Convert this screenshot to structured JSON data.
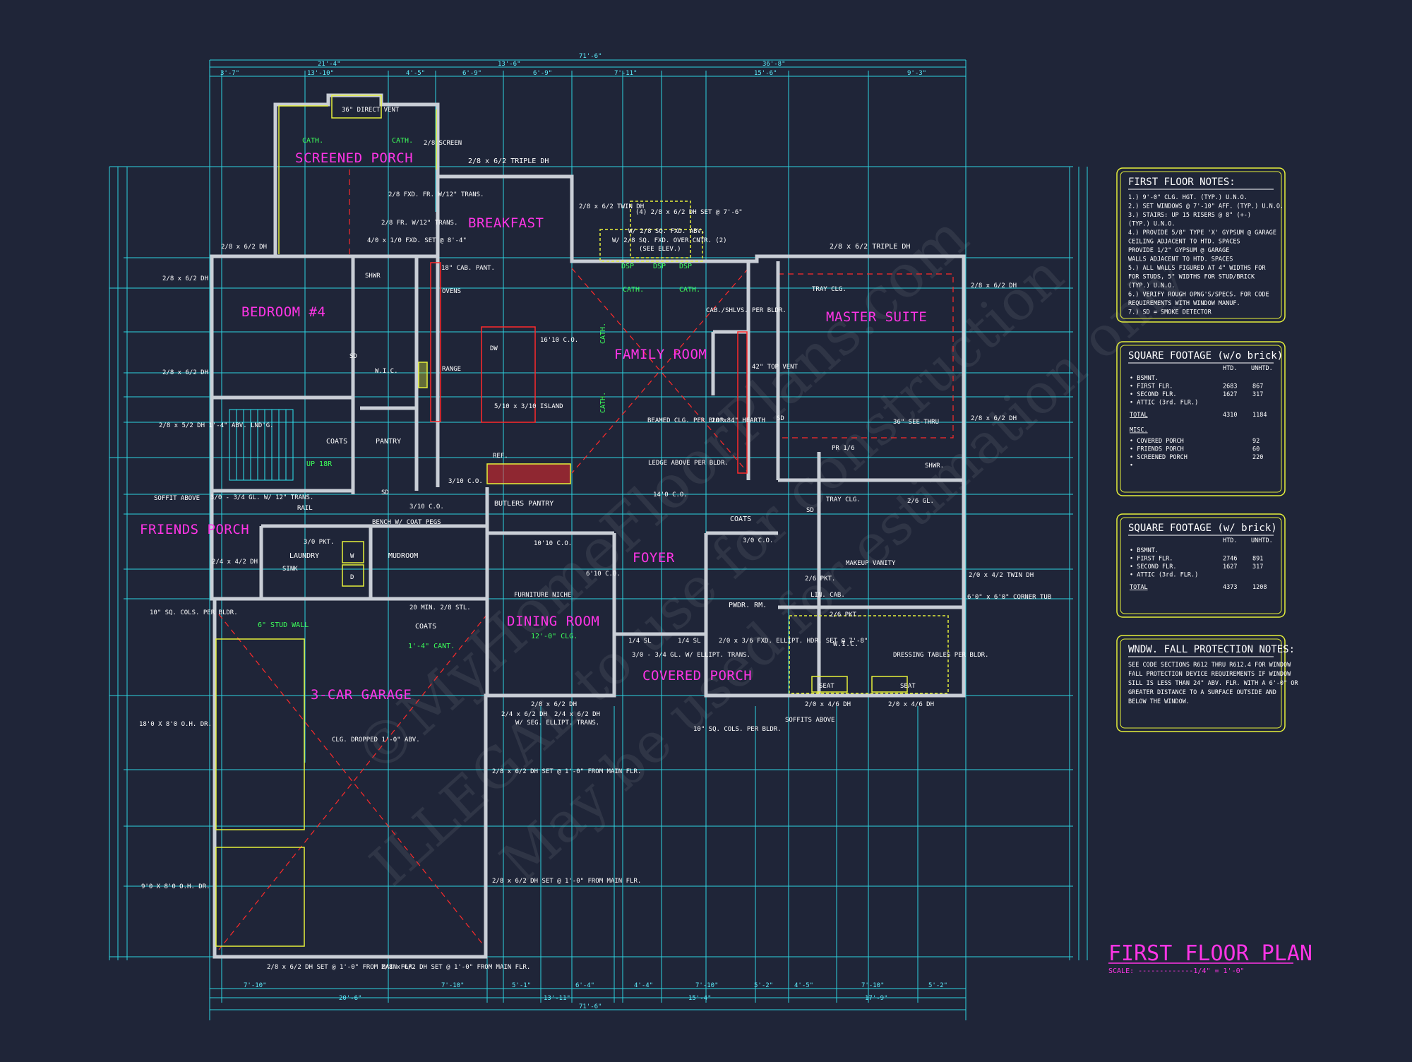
{
  "colors": {
    "background": "#1f2538",
    "dimension": "#2ee6f2",
    "wall": "#c9ced6",
    "room_label": "#ff35e6",
    "note_box": "#e6f03a",
    "red_line": "#ff2a2a",
    "green_text": "#3dff5a"
  },
  "title": {
    "text": "FIRST FLOOR PLAN",
    "scale": "SCALE: -------------1/4\" = 1'-0\""
  },
  "watermark": {
    "line1": "©MyHomeFloorPlans.com",
    "line2": "ILLEGAL to use for construction",
    "line3": "May be used for estimation only"
  },
  "rooms": [
    {
      "key": "screened_porch",
      "label": "SCREENED PORCH"
    },
    {
      "key": "breakfast",
      "label": "BREAKFAST"
    },
    {
      "key": "bedroom4",
      "label": "BEDROOM #4"
    },
    {
      "key": "family_room",
      "label": "FAMILY ROOM"
    },
    {
      "key": "master_suite",
      "label": "MASTER SUITE"
    },
    {
      "key": "friends_porch",
      "label": "FRIENDS PORCH"
    },
    {
      "key": "foyer",
      "label": "FOYER"
    },
    {
      "key": "dining_room",
      "label": "DINING ROOM"
    },
    {
      "key": "covered_porch",
      "label": "COVERED PORCH"
    },
    {
      "key": "garage",
      "label": "3-CAR GARAGE"
    }
  ],
  "labels": {
    "direct_vent": "36\" DIRECT VENT",
    "cath1": "CATH.",
    "cath2": "CATH.",
    "screen": "2/8 SCREEN",
    "triple_dh_top": "2/8 x 6/2 TRIPLE DH",
    "fxd_fr": "2/8 FXD. FR. W/12\" TRANS.",
    "fr_trans": "2/8 FR. W/12\" TRANS.",
    "fxd_set": "4/0 x 1/0 FXD. SET @ 8'-4\"",
    "twin_dh": "2/8 x 6/2 TWIN DH",
    "four_dh": "(4) 2/8 x 6/2 DH SET @ 7'-6\"",
    "sq_fxd": "W/ 2/8 SQ. FXD. ABV.",
    "sq_fxd2": "W/ 2/8 SQ. FXD. OVER CNTR. (2)",
    "see_elev": "(SEE ELEV.)",
    "dh_bed_top": "2/8 x 6/2 DH",
    "cab_pant": "18\" CAB. PANT.",
    "shwr1": "SHWR",
    "ovens": "OVENS",
    "dsp1": "DSP",
    "dsp2": "DSP",
    "dsp3": "DSP",
    "cath3": "CATH.",
    "cath4": "CATH.",
    "cath5": "CATH.",
    "cath6": "CATH.",
    "tray_clg1": "TRAY CLG.",
    "triple_dh_right": "2/8 x 6/2 TRIPLE DH",
    "dh_left1": "2/8 x 6/2 DH",
    "dh_right1": "2/8 x 6/2 DH",
    "cab_shlvs": "CAB./SHLVS. PER BLDR.",
    "co_1610": "16'10 C.O.",
    "dw": "DW",
    "range": "RANGE",
    "island": "5/10 x 3/10 ISLAND",
    "beamed": "BEAMED CLG. PER BLDR.",
    "hearth": "20\"x84\" HEARTH",
    "top_vent": "42\" TOP VENT",
    "ledge": "LEDGE ABOVE PER BLDR.",
    "co_1410": "14'0 C.O.",
    "ref": "REF.",
    "wic1": "W.I.C.",
    "wic2": "W.I.C.",
    "pantry": "PANTRY",
    "coats1": "COATS",
    "coats2": "COATS",
    "coats3": "COATS",
    "dh_left2": "2/8 x 6/2 DH",
    "dh_left3": "2/8 x 5/2 DH 1'-4\" ABV. LND'G.",
    "dh_right2": "2/8 x 6/2 DH",
    "soffit_above": "SOFFIT ABOVE",
    "gl_trans": "3/0 - 3/4 GL. W/ 12\" TRANS.",
    "rail": "RAIL",
    "up": "UP 18R",
    "co_310a": "3/10 C.O.",
    "co_310b": "3/10 C.O.",
    "co_310c": "3/0 C.O.",
    "butlers": "BUTLERS PANTRY",
    "bench": "BENCH W/ COAT PEGS",
    "laundry": "LAUNDRY",
    "mudroom": "MUDROOM",
    "sink": "SINK",
    "pkt310": "3/0 PKT.",
    "dh_2442": "2/4 x 4/2 DH",
    "sq_cols1": "10\" SQ. COLS. PER BLDR.",
    "stud_wall": "6\" STUD WALL",
    "co_1010": "10'10 C.O.",
    "co_610": "6'10 C.O.",
    "min20": "20 MIN. 2/8 STL.",
    "furniture_niche": "FURNITURE NICHE",
    "clg_12": "12'-0\" CLG.",
    "cant": "1'-4\" CANT.",
    "ellipt1": "1/4 SL",
    "ellipt2": "1/4 SL",
    "gl_ellipt": "3/0 - 3/4 GL. W/ ELLIPT. TRANS.",
    "fxd_ellipt": "2/0 x 3/6 FXD. ELLIPT. HDR. SET @ 7'-8\"",
    "pwdr": "PWDR. RM.",
    "pkt26": "2/6 PKT.",
    "lin_cab": "LIN. CAB.",
    "pkt26b": "2/6 PKT.",
    "makeup": "MAKEUP VANITY",
    "tray_clg2": "TRAY CLG.",
    "pr16": "PR 1/6",
    "see_thru": "36\" SEE-THRU",
    "shwr2": "SHWR.",
    "gl26": "2/6 GL.",
    "twin_dh_right": "2/0 x 4/2 TWIN DH",
    "corner_tub": "6'0\" x 6'0\" CORNER TUB",
    "dressing": "DRESSING TABLES PER BLDR.",
    "seat1": "SEAT",
    "seat2": "SEAT",
    "dh_2046a": "2/0 x 4/6 DH",
    "dh_2046b": "2/0 x 4/6 DH",
    "soffits": "SOFFITS ABOVE",
    "sq_cols2": "10\" SQ. COLS. PER BLDR.",
    "dh_seg1": "2/8 x 6/2 DH",
    "dh_seg2": "2/4 x 6/2 DH",
    "dh_seg3": "2/4 x 6/2 DH",
    "seg_ellipt": "W/ SEG. ELLIPT. TRANS.",
    "garage_door1": "18'0 X 8'0 O.H. DR.",
    "garage_door2": "9'0 X 8'0 O.H. DR.",
    "clg_dropped": "CLG. DROPPED 1'-0\" ABV.",
    "dh_set1": "2/8 x 6/2 DH SET @ 1'-0\" FROM MAIN FLR.",
    "dh_set2": "2/8 x 6/2 DH SET @ 1'-0\" FROM MAIN FLR.",
    "dh_set3": "2/8 x 6/2 DH SET @ 1'-0\" FROM MAIN FLR.",
    "dh_set4": "2/8 x 6/2 DH SET @ 1'-0\" FROM MAIN FLR.",
    "sd1": "SD",
    "sd2": "SD",
    "sd3": "SD",
    "sd4": "SD",
    "w": "W",
    "d": "D"
  },
  "dims_top": [
    "3'-7\"",
    "13'-10\"",
    "4'-5\"",
    "6'-9\"",
    "6'-9\"",
    "7'-11\"",
    "15'-6\"",
    "9'-3\""
  ],
  "dims_top2": [
    "21'-4\"",
    "13'-6\"",
    "36'-8\""
  ],
  "dims_top_total": "71'-6\"",
  "dims_bottom": [
    "7'-10\"",
    "7'-10\"",
    "5'-1\"",
    "6'-4\"",
    "4'-4\"",
    "7'-10\"",
    "5'-2\"",
    "4'-5\"",
    "7'-10\"",
    "5'-2\""
  ],
  "dims_bottom2": [
    "20'-6\"",
    "13'-11\"",
    "15'-4\"",
    "17'-9\""
  ],
  "dims_bottom_total": "71'-6\"",
  "notes": [
    {
      "title": "FIRST FLOOR NOTES:",
      "lines": [
        "1.) 9'-0\" CLG. HGT. (TYP.) U.N.O.",
        "2.) SET WINDOWS @ 7'-10\" AFF. (TYP.) U.N.O.",
        "3.) STAIRS: UP 15 RISERS @ 8\" (+-)",
        "    (TYP.) U.N.O.",
        "4.) PROVIDE 5/8\" TYPE 'X' GYPSUM @ GARAGE",
        "    CEILING ADJACENT TO HTD. SPACES",
        "    PROVIDE 1/2\" GYPSUM @ GARAGE",
        "    WALLS ADJACENT TO HTD. SPACES",
        "5.) ALL WALLS FIGURED AT 4\" WIDTHS FOR",
        "    FOR STUDS, 5\" WIDTHS FOR STUD/BRICK",
        "    (TYP.) U.N.O.",
        "6.) VERIFY ROUGH OPNG'S/SPECS. FOR CODE",
        "    REQUIREMENTS WITH WINDOW MANUF.",
        "7.) SD = SMOKE DETECTOR"
      ]
    },
    {
      "title": "SQUARE FOOTAGE (w/o brick)",
      "headers": [
        "HTD.",
        "UNHTD."
      ],
      "rows": [
        [
          "• BSMNT.",
          "",
          ""
        ],
        [
          "• FIRST FLR.",
          "2683",
          "867"
        ],
        [
          "• SECOND FLR.",
          "1627",
          "317"
        ],
        [
          "• ATTIC (3rd. FLR.)",
          "",
          ""
        ],
        [
          "TOTAL",
          "4310",
          "1184"
        ],
        [
          "MISC.",
          "",
          ""
        ],
        [
          "• COVERED PORCH",
          "",
          "92"
        ],
        [
          "• FRIENDS PORCH",
          "",
          "60"
        ],
        [
          "• SCREENED PORCH",
          "",
          "220"
        ],
        [
          "•",
          "",
          ""
        ]
      ]
    },
    {
      "title": "SQUARE FOOTAGE (w/ brick)",
      "headers": [
        "HTD.",
        "UNHTD."
      ],
      "rows": [
        [
          "• BSMNT.",
          "",
          ""
        ],
        [
          "• FIRST FLR.",
          "2746",
          "891"
        ],
        [
          "• SECOND FLR.",
          "1627",
          "317"
        ],
        [
          "• ATTIC (3rd. FLR.)",
          "",
          ""
        ],
        [
          "TOTAL",
          "4373",
          "1208"
        ]
      ]
    },
    {
      "title": "WNDW. FALL PROTECTION NOTES:",
      "lines": [
        "SEE CODE SECTIONS R612 THRU R612.4 FOR WINDOW",
        "FALL PROTECTION DEVICE REQUIREMENTS IF WINDOW",
        "SILL IS LESS THAN 24\" ABV. FLR. WITH A 6'-0\" OR",
        "GREATER DISTANCE TO A SURFACE OUTSIDE AND",
        "BELOW THE WINDOW."
      ]
    }
  ]
}
